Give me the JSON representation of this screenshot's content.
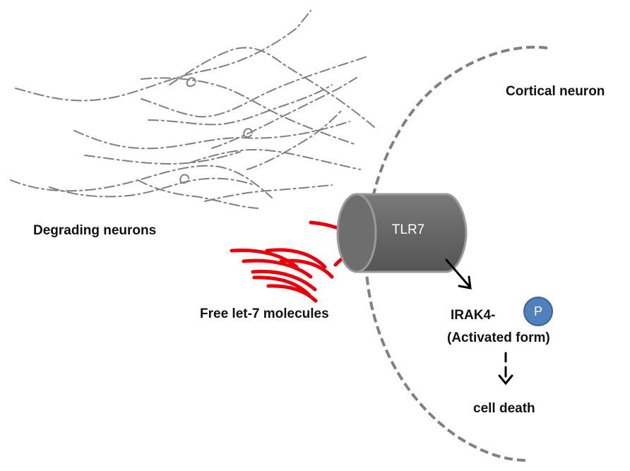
{
  "labels": {
    "degrading_neurons": "Degrading neurons",
    "cortical_neuron": "Cortical neuron",
    "free_let7": "Free let-7 molecules",
    "tlr7": "TLR7",
    "irak4": "IRAK4-",
    "phospho": "P",
    "activated_form": "(Activated form)",
    "cell_death": "cell death"
  },
  "colors": {
    "membrane": "#808080",
    "neurite": "#7f7f7f",
    "let7": "#e8000b",
    "receptor": "#6b6b6b",
    "phospho_fill": "#4f81bd",
    "arrow": "#000000"
  }
}
